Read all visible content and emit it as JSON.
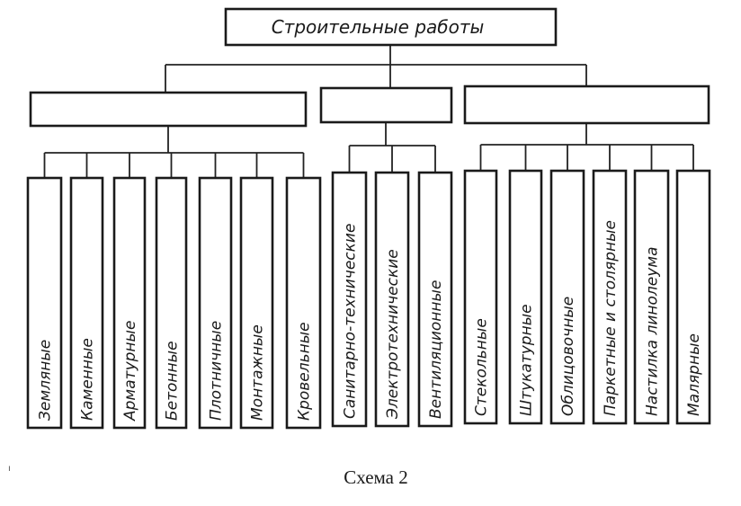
{
  "diagram": {
    "root": {
      "label": "Строительные работы"
    },
    "groups": [
      {
        "label": "",
        "items": [
          "Земляные",
          "Каменные",
          "Арматурные",
          "Бетонные",
          "Плотничные",
          "Монтажные",
          "Кровельные"
        ]
      },
      {
        "label": "",
        "items": [
          "Санитарно-технические",
          "Электротехнические",
          "Вентиляционные"
        ]
      },
      {
        "label": "",
        "items": [
          "Стекольные",
          "Штукатурные",
          "Облицовочные",
          "Паркетные и столярные",
          "Настилка линолеума",
          "Малярные"
        ]
      }
    ],
    "caption": "Схема 2"
  }
}
